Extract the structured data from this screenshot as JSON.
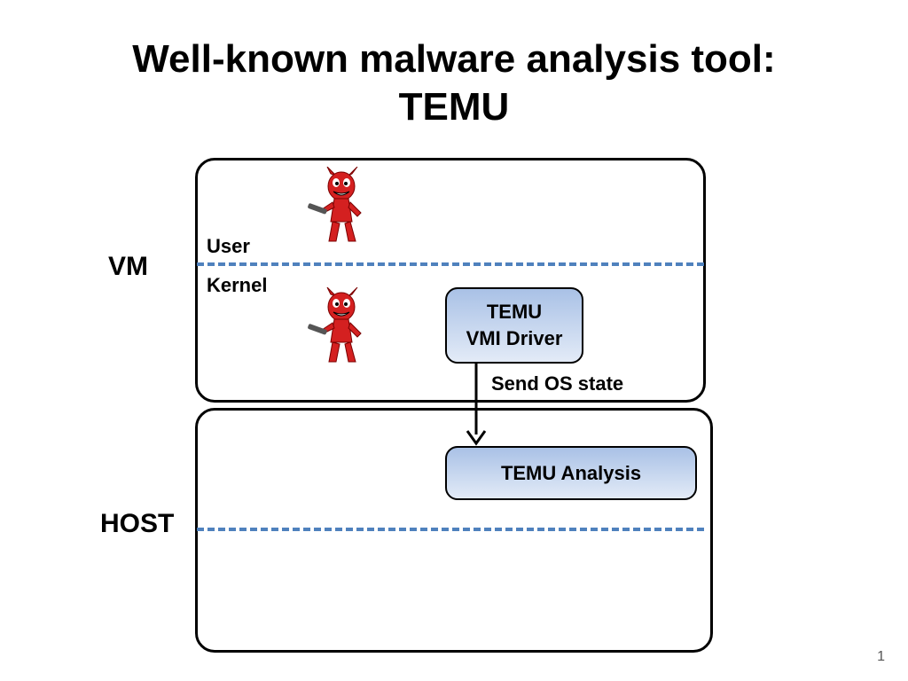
{
  "title": {
    "line1": "Well-known malware analysis tool:",
    "line2": "TEMU"
  },
  "labels": {
    "vm": "VM",
    "host": "HOST",
    "user": "User",
    "kernel": "Kernel",
    "send_os_state": "Send OS state"
  },
  "boxes": {
    "vmi_driver": {
      "line1": "TEMU",
      "line2": "VMI Driver"
    },
    "analysis": "TEMU Analysis"
  },
  "icons": {
    "malware": "devil-icon"
  },
  "colors": {
    "dashed_line": "#4f81bd",
    "box_gradient_top": "#a9c1e6",
    "box_gradient_bottom": "#e3ebf7",
    "devil_red": "#d42020"
  },
  "page_number": "1"
}
